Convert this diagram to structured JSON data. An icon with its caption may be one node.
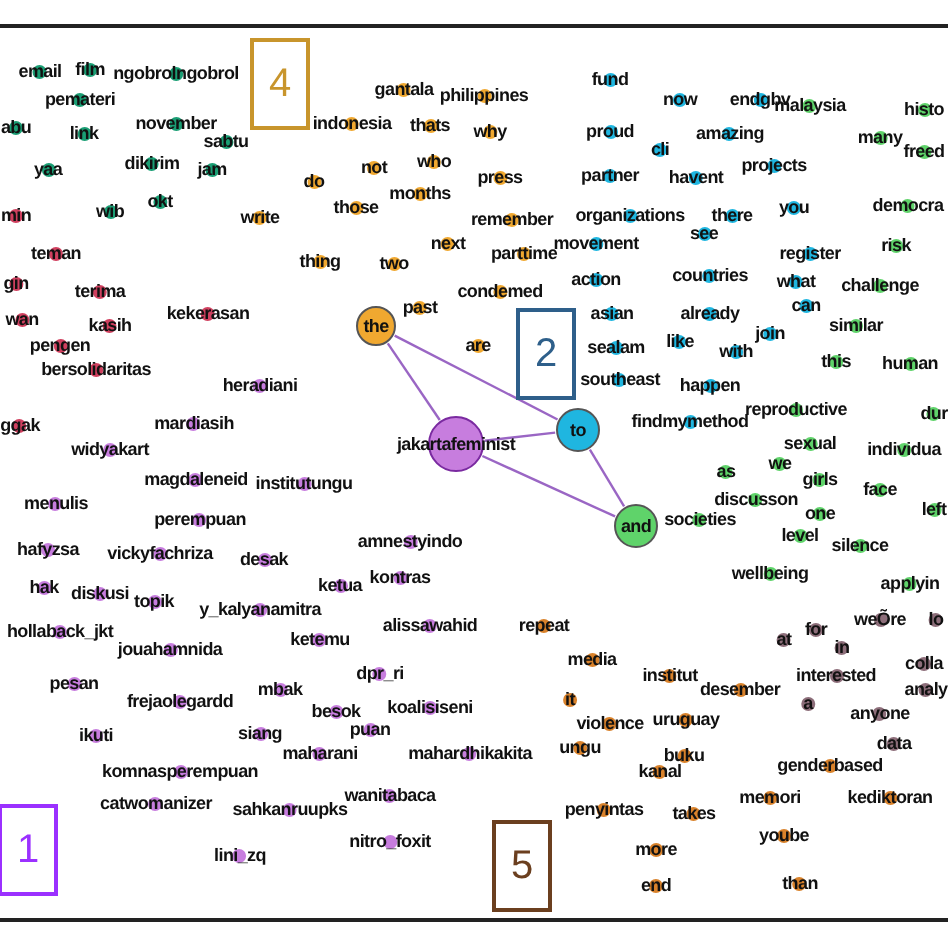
{
  "diagram": {
    "nodes": [
      {
        "text": [
          "1"
        ]
      },
      {
        "text": [
          "2"
        ]
      },
      {
        "text": [
          "4"
        ]
      },
      {
        "text": [
          "5"
        ]
      },
      {
        "text": [
          "jakartafeminist"
        ]
      },
      {
        "text": [
          "the"
        ]
      },
      {
        "text": [
          "to"
        ]
      },
      {
        "text": [
          "and"
        ]
      },
      {
        "text": [
          "email"
        ]
      },
      {
        "text": [
          "film"
        ]
      },
      {
        "text": [
          "ngobrolngobrol"
        ]
      },
      {
        "text": [
          "pemateri"
        ]
      },
      {
        "text": [
          "abu"
        ]
      },
      {
        "text": [
          "link"
        ]
      },
      {
        "text": [
          "november"
        ]
      },
      {
        "text": [
          "sabtu"
        ]
      },
      {
        "text": [
          "yaa"
        ]
      },
      {
        "text": [
          "dikirim"
        ]
      },
      {
        "text": [
          "jam"
        ]
      },
      {
        "text": [
          "wib"
        ]
      },
      {
        "text": [
          "okt"
        ]
      },
      {
        "text": [
          "min"
        ]
      },
      {
        "text": [
          "teman"
        ]
      },
      {
        "text": [
          "gin"
        ]
      },
      {
        "text": [
          "terima"
        ]
      },
      {
        "text": [
          "wan"
        ]
      },
      {
        "text": [
          "kasih"
        ]
      },
      {
        "text": [
          "kekerasan"
        ]
      },
      {
        "text": [
          "pengen"
        ]
      },
      {
        "text": [
          "bersolidaritas"
        ]
      },
      {
        "text": [
          "ggak"
        ]
      },
      {
        "text": [
          "gantala"
        ]
      },
      {
        "text": [
          "philippines"
        ]
      },
      {
        "text": [
          "indonesia"
        ]
      },
      {
        "text": [
          "thats"
        ]
      },
      {
        "text": [
          "why"
        ]
      },
      {
        "text": [
          "do"
        ]
      },
      {
        "text": [
          "not"
        ]
      },
      {
        "text": [
          "who"
        ]
      },
      {
        "text": [
          "press"
        ]
      },
      {
        "text": [
          "those"
        ]
      },
      {
        "text": [
          "months"
        ]
      },
      {
        "text": [
          "write"
        ]
      },
      {
        "text": [
          "remember"
        ]
      },
      {
        "text": [
          "next"
        ]
      },
      {
        "text": [
          "parttime"
        ]
      },
      {
        "text": [
          "thing"
        ]
      },
      {
        "text": [
          "two"
        ]
      },
      {
        "text": [
          "condemed"
        ]
      },
      {
        "text": [
          "past"
        ]
      },
      {
        "text": [
          "are"
        ]
      },
      {
        "text": [
          "fund"
        ]
      },
      {
        "text": [
          "now"
        ]
      },
      {
        "text": [
          "endgbv"
        ]
      },
      {
        "text": [
          "proud"
        ]
      },
      {
        "text": [
          "amazing"
        ]
      },
      {
        "text": [
          "cli"
        ]
      },
      {
        "text": [
          "partner"
        ]
      },
      {
        "text": [
          "havent"
        ]
      },
      {
        "text": [
          "projects"
        ]
      },
      {
        "text": [
          "organizations"
        ]
      },
      {
        "text": [
          "there"
        ]
      },
      {
        "text": [
          "you"
        ]
      },
      {
        "text": [
          "see"
        ]
      },
      {
        "text": [
          "movement"
        ]
      },
      {
        "text": [
          "register"
        ]
      },
      {
        "text": [
          "action"
        ]
      },
      {
        "text": [
          "countries"
        ]
      },
      {
        "text": [
          "what"
        ]
      },
      {
        "text": [
          "asian"
        ]
      },
      {
        "text": [
          "already"
        ]
      },
      {
        "text": [
          "can"
        ]
      },
      {
        "text": [
          "join"
        ]
      },
      {
        "text": [
          "sealam"
        ]
      },
      {
        "text": [
          "like"
        ]
      },
      {
        "text": [
          "with"
        ]
      },
      {
        "text": [
          "southeast"
        ]
      },
      {
        "text": [
          "happen"
        ]
      },
      {
        "text": [
          "findmymethod"
        ]
      },
      {
        "text": [
          "malaysia"
        ]
      },
      {
        "text": [
          "histo"
        ]
      },
      {
        "text": [
          "many"
        ]
      },
      {
        "text": [
          "freed"
        ]
      },
      {
        "text": [
          "democra"
        ]
      },
      {
        "text": [
          "risk"
        ]
      },
      {
        "text": [
          "challenge"
        ]
      },
      {
        "text": [
          "similar"
        ]
      },
      {
        "text": [
          "this"
        ]
      },
      {
        "text": [
          "human"
        ]
      },
      {
        "text": [
          "reproductive"
        ]
      },
      {
        "text": [
          "dur"
        ]
      },
      {
        "text": [
          "sexual"
        ]
      },
      {
        "text": [
          "individua"
        ]
      },
      {
        "text": [
          "we"
        ]
      },
      {
        "text": [
          "as"
        ]
      },
      {
        "text": [
          "girls"
        ]
      },
      {
        "text": [
          "face"
        ]
      },
      {
        "text": [
          "discusson"
        ]
      },
      {
        "text": [
          "left"
        ]
      },
      {
        "text": [
          "one"
        ]
      },
      {
        "text": [
          "societies"
        ]
      },
      {
        "text": [
          "level"
        ]
      },
      {
        "text": [
          "silence"
        ]
      },
      {
        "text": [
          "wellbeing"
        ]
      },
      {
        "text": [
          "applyin"
        ]
      },
      {
        "text": [
          "lo"
        ]
      },
      {
        "text": [
          "at"
        ]
      },
      {
        "text": [
          "for"
        ]
      },
      {
        "text": [
          "in"
        ]
      },
      {
        "text": [
          "weÕre"
        ]
      },
      {
        "text": [
          "interested"
        ]
      },
      {
        "text": [
          "colla"
        ]
      },
      {
        "text": [
          "analy"
        ]
      },
      {
        "text": [
          "a"
        ]
      },
      {
        "text": [
          "anyone"
        ]
      },
      {
        "text": [
          "data"
        ]
      },
      {
        "text": [
          "heradiani"
        ]
      },
      {
        "text": [
          "mardiasih"
        ]
      },
      {
        "text": [
          "widyakart"
        ]
      },
      {
        "text": [
          "magdaleneid"
        ]
      },
      {
        "text": [
          "institutungu"
        ]
      },
      {
        "text": [
          "menulis"
        ]
      },
      {
        "text": [
          "perempuan"
        ]
      },
      {
        "text": [
          "amnestyindo"
        ]
      },
      {
        "text": [
          "hafyzsa"
        ]
      },
      {
        "text": [
          "vickyfachriza"
        ]
      },
      {
        "text": [
          "desak"
        ]
      },
      {
        "text": [
          "kontras"
        ]
      },
      {
        "text": [
          "ketua"
        ]
      },
      {
        "text": [
          "hak"
        ]
      },
      {
        "text": [
          "diskusi"
        ]
      },
      {
        "text": [
          "topik"
        ]
      },
      {
        "text": [
          "y_kalyanamitra"
        ]
      },
      {
        "text": [
          "alissawahid"
        ]
      },
      {
        "text": [
          "hollaback_jkt"
        ]
      },
      {
        "text": [
          "ketemu"
        ]
      },
      {
        "text": [
          "jouahamnida"
        ]
      },
      {
        "text": [
          "dpr_ri"
        ]
      },
      {
        "text": [
          "pesan"
        ]
      },
      {
        "text": [
          "mbak"
        ]
      },
      {
        "text": [
          "frejaolegardd"
        ]
      },
      {
        "text": [
          "koalisiseni"
        ]
      },
      {
        "text": [
          "besok"
        ]
      },
      {
        "text": [
          "puan"
        ]
      },
      {
        "text": [
          "siang"
        ]
      },
      {
        "text": [
          "ikuti"
        ]
      },
      {
        "text": [
          "maharani"
        ]
      },
      {
        "text": [
          "mahardhikakita"
        ]
      },
      {
        "text": [
          "komnasperempuan"
        ]
      },
      {
        "text": [
          "wanitabaca"
        ]
      },
      {
        "text": [
          "catwomanizer"
        ]
      },
      {
        "text": [
          "sahkanruupks"
        ]
      },
      {
        "text": [
          "nitro_foxit"
        ]
      },
      {
        "text": [
          "lini_zq"
        ]
      },
      {
        "text": [
          "repeat"
        ]
      },
      {
        "text": [
          "media"
        ]
      },
      {
        "text": [
          "institut"
        ]
      },
      {
        "text": [
          "it"
        ]
      },
      {
        "text": [
          "desember"
        ]
      },
      {
        "text": [
          "violence"
        ]
      },
      {
        "text": [
          "uruguay"
        ]
      },
      {
        "text": [
          "ungu"
        ]
      },
      {
        "text": [
          "buku"
        ]
      },
      {
        "text": [
          "genderbased"
        ]
      },
      {
        "text": [
          "kanal"
        ]
      },
      {
        "text": [
          "memori"
        ]
      },
      {
        "text": [
          "kediktoran"
        ]
      },
      {
        "text": [
          "penyintas"
        ]
      },
      {
        "text": [
          "takes"
        ]
      },
      {
        "text": [
          "yoube"
        ]
      },
      {
        "text": [
          "more"
        ]
      },
      {
        "text": [
          "end"
        ]
      },
      {
        "text": [
          "than"
        ]
      }
    ],
    "edges": [
      {
        "from": 4,
        "to": 6,
        "arrow": "none"
      },
      {
        "from": 4,
        "to": 5,
        "arrow": "none"
      },
      {
        "from": 6,
        "to": 7,
        "arrow": "none"
      },
      {
        "from": 4,
        "to": 7,
        "arrow": "none"
      },
      {
        "from": 5,
        "to": 6,
        "arrow": "none"
      }
    ]
  }
}
